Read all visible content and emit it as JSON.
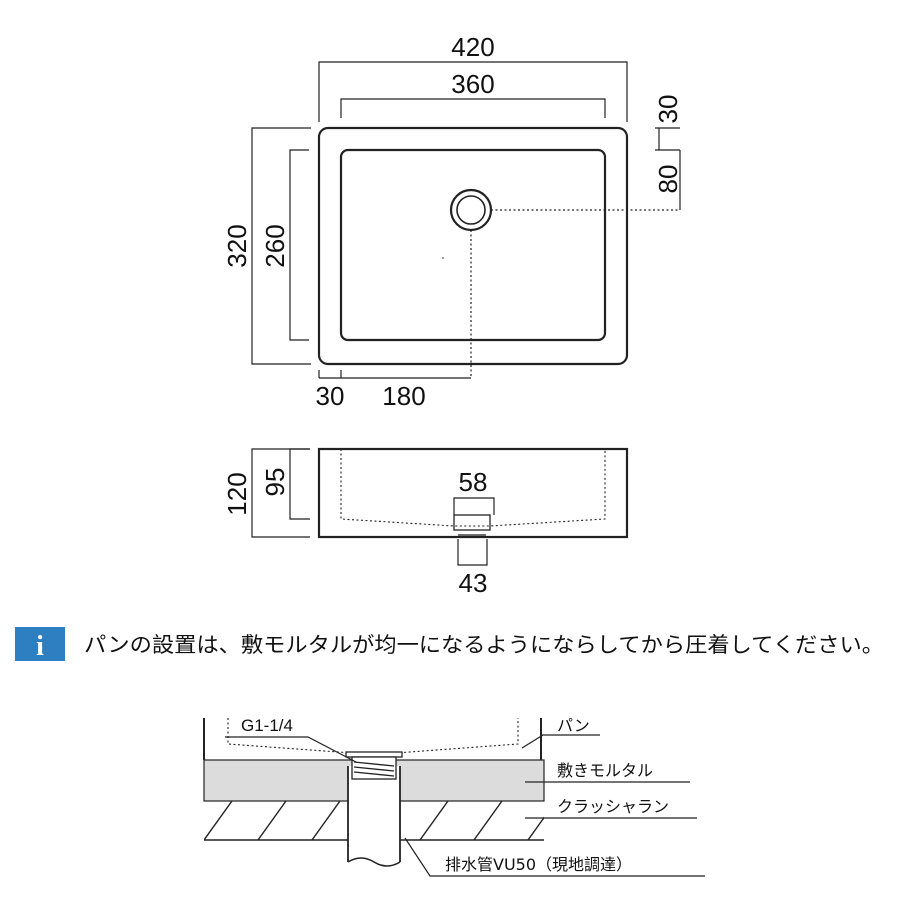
{
  "colors": {
    "info_badge": "#2d7fc1",
    "mortar_fill": "#dcdcdc",
    "line": "#222222"
  },
  "plan_view": {
    "dims": {
      "outer_width": "420",
      "inner_width": "360",
      "outer_depth": "320",
      "inner_depth": "260",
      "rim_top": "30",
      "drain_offset_y": "80",
      "rim_left": "30",
      "drain_offset_x": "180"
    }
  },
  "section_view": {
    "dims": {
      "total_height": "120",
      "bowl_depth": "95",
      "outlet_outer": "58",
      "outlet_inner": "43"
    }
  },
  "note": {
    "icon": "info-icon",
    "icon_glyph": "i",
    "text": "パンの設置は、敷モルタルが均一になるようにならしてから圧着してください。"
  },
  "install_diagram": {
    "labels": {
      "thread": "G1-1/4",
      "pan": "パン",
      "mortar": "敷きモルタル",
      "crusher_run": "クラッシャラン",
      "drain_pipe": "排水管VU50（現地調達）"
    }
  }
}
